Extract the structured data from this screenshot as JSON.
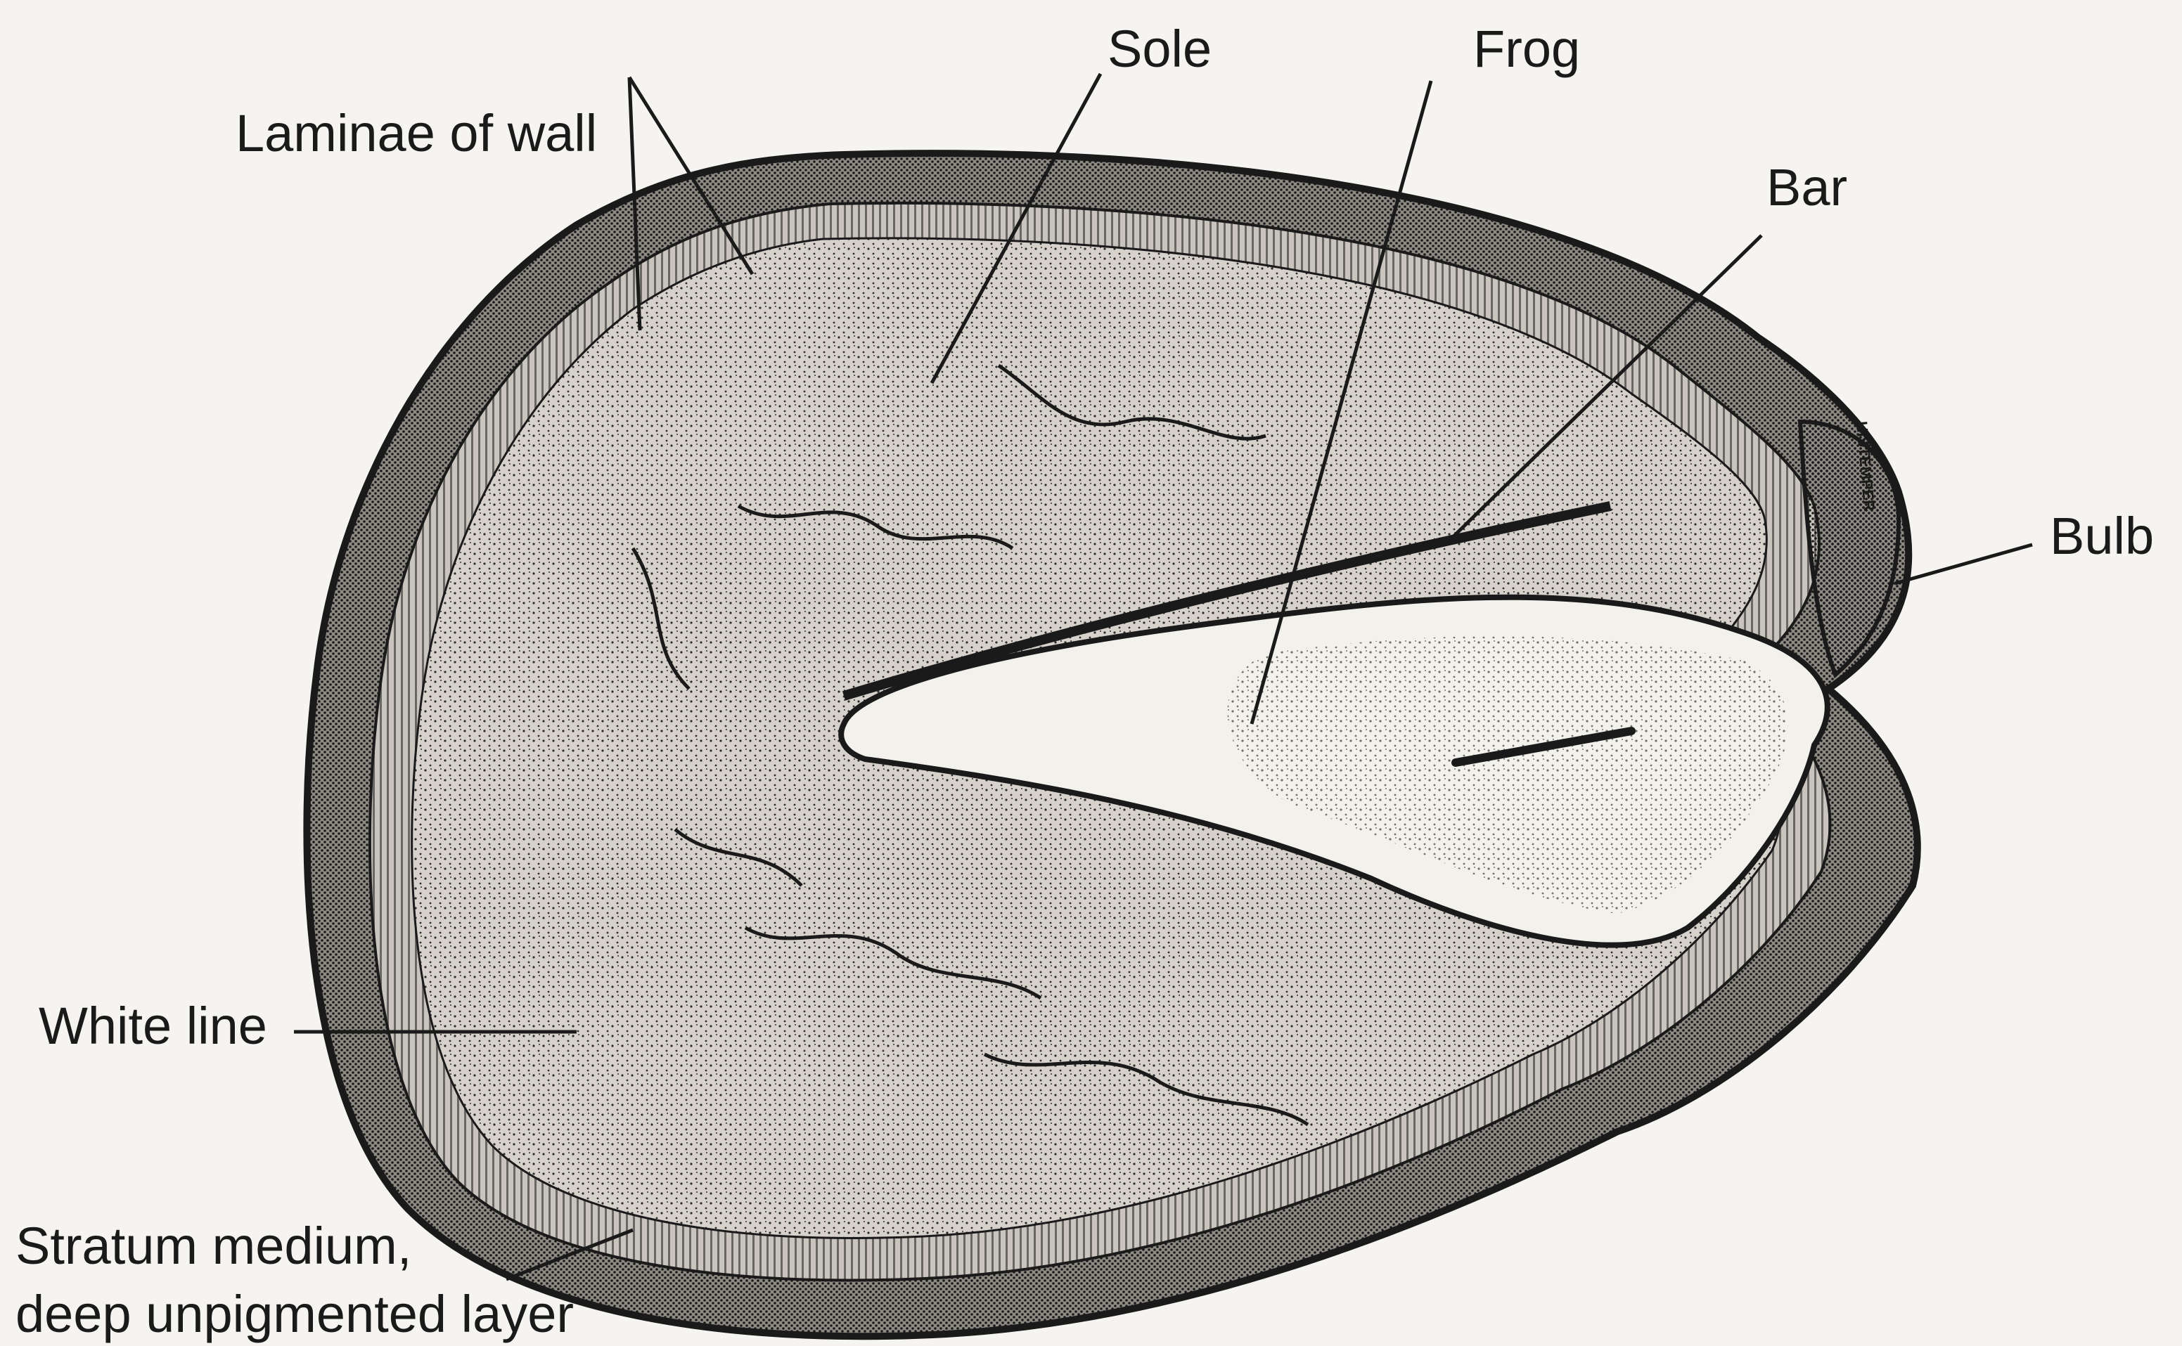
{
  "labels": {
    "laminae": "Laminae of wall",
    "sole": "Sole",
    "frog": "Frog",
    "bar": "Bar",
    "bulb": "Bulb",
    "white_line": "White line",
    "stratum_line1": "Stratum medium,",
    "stratum_line2": "deep unpigmented layer"
  },
  "signature": "HISTEMPER",
  "colors": {
    "background": "#f6f4f0",
    "ink": "#1a1a1a",
    "sole_shade": "#d6d2cb",
    "wall_shade": "#8e8a84",
    "frog_light": "#f3f1ec"
  }
}
